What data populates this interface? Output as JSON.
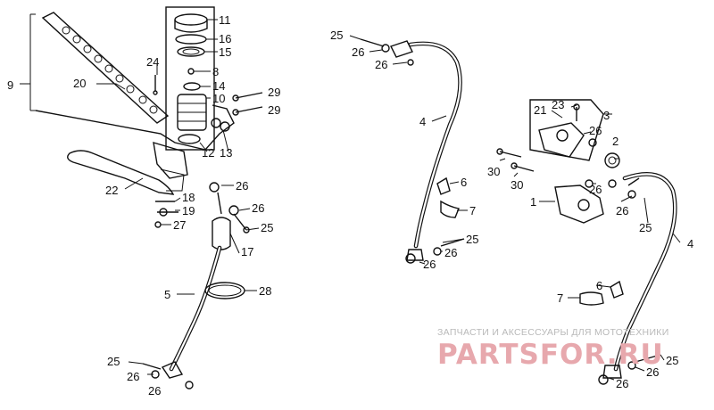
{
  "diagram": {
    "callouts": {
      "c9": "9",
      "c11": "11",
      "c16": "16",
      "c15": "15",
      "c24": "24",
      "c8": "8",
      "c20": "20",
      "c14": "14",
      "c10": "10",
      "c29a": "29",
      "c29b": "29",
      "c12": "12",
      "c13": "13",
      "c26a": "26",
      "c22": "22",
      "c18": "18",
      "c19": "19",
      "c27": "27",
      "c26b": "26",
      "c25a": "25",
      "c17": "17",
      "c5": "5",
      "c28": "28",
      "c25b": "25",
      "c26c": "26",
      "c26d": "26",
      "c25c": "25",
      "c26e": "26",
      "c26f": "26",
      "c4a": "4",
      "c6a": "6",
      "c7a": "7",
      "c25d": "25",
      "c26g": "26",
      "c26h": "26",
      "c21": "21",
      "c23": "23",
      "c3": "3",
      "c26i": "26",
      "c2": "2",
      "c30a": "30",
      "c30b": "30",
      "c1": "1",
      "c26j": "26",
      "c26k": "26",
      "c25e": "25",
      "c4b": "4",
      "c6b": "6",
      "c7b": "7",
      "c25f": "25",
      "c26l": "26",
      "c26m": "26"
    }
  },
  "watermark": {
    "caption": "ЗАПЧАСТИ И АКСЕССУАРЫ ДЛЯ МОТОТЕХНИКИ",
    "logo": "PARTSFOR.RU"
  },
  "colors": {
    "line": "#111111",
    "watermark_text": "#b9b9b9",
    "watermark_logo": "#e7a8ad"
  }
}
